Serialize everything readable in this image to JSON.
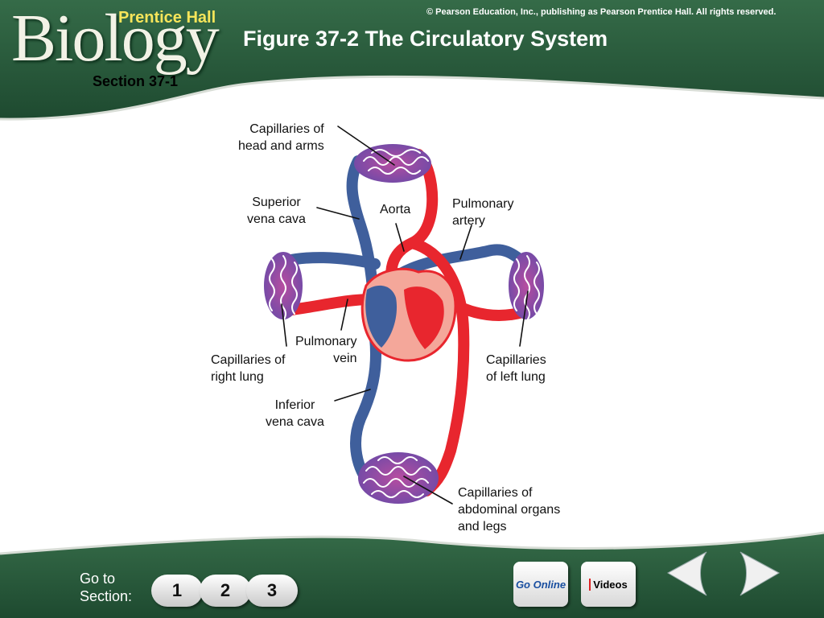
{
  "header": {
    "brand_word": "Biology",
    "publisher": "Prentice Hall",
    "section": "Section 37-1",
    "title": "Figure 37-2 The Circulatory System",
    "copyright": "© Pearson Education, Inc., publishing as Pearson Prentice Hall. All rights reserved."
  },
  "diagram": {
    "labels": {
      "head_arms": [
        "Capillaries of",
        "head and arms"
      ],
      "superior_vena_cava": [
        "Superior",
        "vena cava"
      ],
      "aorta": [
        "Aorta"
      ],
      "pulmonary_artery": [
        "Pulmonary",
        "artery"
      ],
      "pulmonary_vein": [
        "Pulmonary",
        "vein"
      ],
      "right_lung": [
        "Capillaries of",
        "right lung"
      ],
      "left_lung": [
        "Capillaries",
        "of left lung"
      ],
      "inferior_vena_cava": [
        "Inferior",
        "vena cava"
      ],
      "abdominal": [
        "Capillaries of",
        "abdominal organs",
        "and legs"
      ]
    }
  },
  "footer": {
    "goto_line1": "Go to",
    "goto_line2": "Section:",
    "section_buttons": [
      "1",
      "2",
      "3"
    ],
    "go_online": "Go Online",
    "videos": "Videos"
  },
  "colors": {
    "header_green": "#2c5f3e",
    "oxygenated": "#e8262e",
    "deoxygenated": "#3f5f9c",
    "capillary": "#8b4fa0",
    "heart_outline": "#f4a79a"
  }
}
